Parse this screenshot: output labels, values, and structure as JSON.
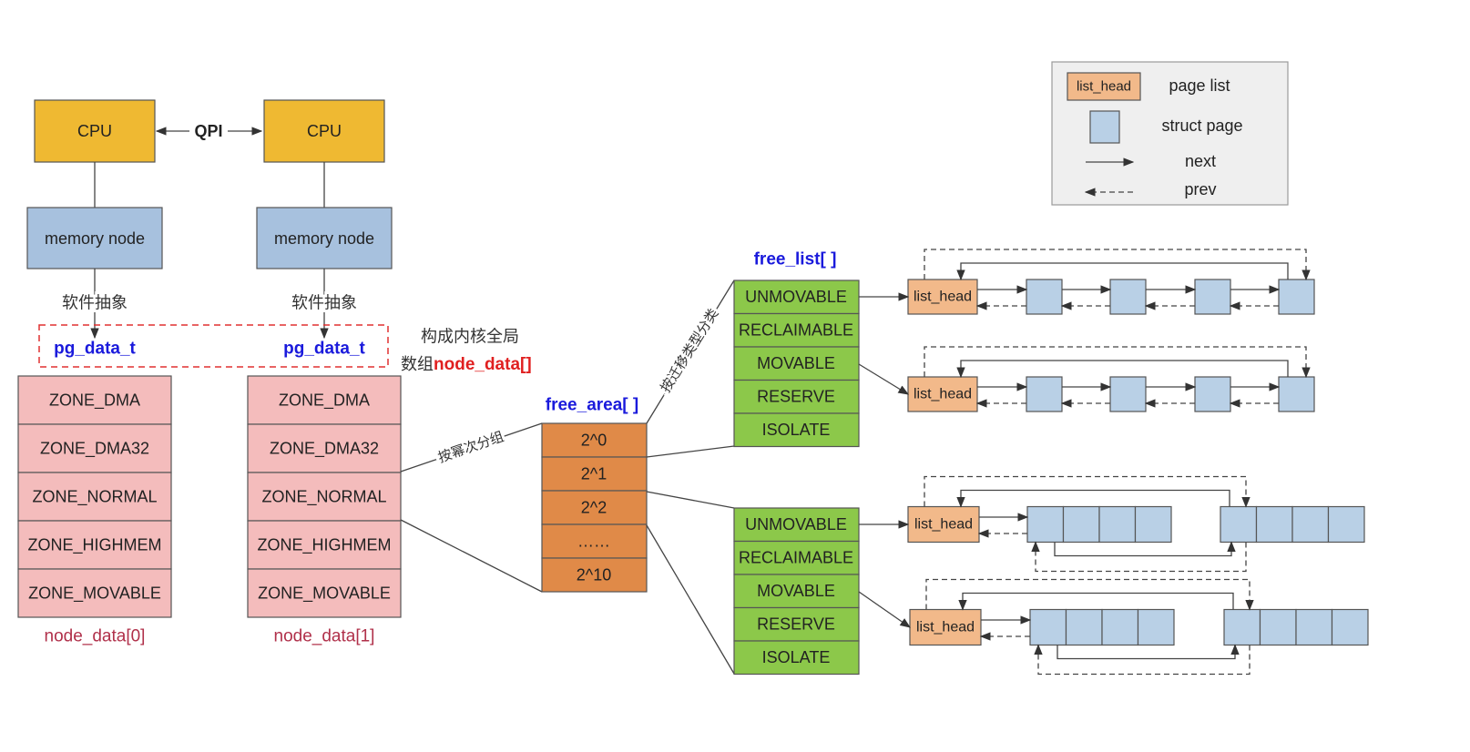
{
  "colors": {
    "cpu": "#efb932",
    "memory_node": "#a7c1de",
    "zone": "#f4bcbc",
    "free_area": "#e08a48",
    "free_list": "#8cc84a",
    "list_head": "#f2b98a",
    "struct_page": "#b9d0e6",
    "pg_data_t_text": "#1a1adc",
    "node_data_highlight": "#e02020",
    "dashed_frame": "#e03030"
  },
  "cpus": [
    {
      "label": "CPU"
    },
    {
      "label": "CPU"
    }
  ],
  "qpi_label": "QPI",
  "nodes": [
    {
      "memory_label": "memory node",
      "abstraction_label": "软件抽象",
      "pg_label": "pg_data_t",
      "zones": [
        "ZONE_DMA",
        "ZONE_DMA32",
        "ZONE_NORMAL",
        "ZONE_HIGHMEM",
        "ZONE_MOVABLE"
      ],
      "caption": "node_data[0]"
    },
    {
      "memory_label": "memory node",
      "abstraction_label": "软件抽象",
      "pg_label": "pg_data_t",
      "zones": [
        "ZONE_DMA",
        "ZONE_DMA32",
        "ZONE_NORMAL",
        "ZONE_HIGHMEM",
        "ZONE_MOVABLE"
      ],
      "caption": "node_data[1]"
    }
  ],
  "global_note": {
    "line1": "构成内核全局",
    "line2_prefix": "数组",
    "line2_highlight": "node_data[]"
  },
  "group_by_order_label": "按幂次分组",
  "classify_by_migrate_label": "按迁移类型分类",
  "free_area": {
    "title": "free_area[ ]",
    "orders": [
      "2^0",
      "2^1",
      "2^2",
      "……",
      "2^10"
    ]
  },
  "free_list": {
    "title": "free_list[ ]",
    "groups": [
      [
        "UNMOVABLE",
        "RECLAIMABLE",
        "MOVABLE",
        "RESERVE",
        "ISOLATE"
      ],
      [
        "UNMOVABLE",
        "RECLAIMABLE",
        "MOVABLE",
        "RESERVE",
        "ISOLATE"
      ]
    ]
  },
  "page_lists": [
    {
      "head": "list_head"
    },
    {
      "head": "list_head"
    },
    {
      "head": "list_head"
    },
    {
      "head": "list_head"
    }
  ],
  "legend": {
    "swatch_label": "list_head",
    "page_list": "page list",
    "struct_page": "struct page",
    "next": "next",
    "prev": "prev"
  }
}
